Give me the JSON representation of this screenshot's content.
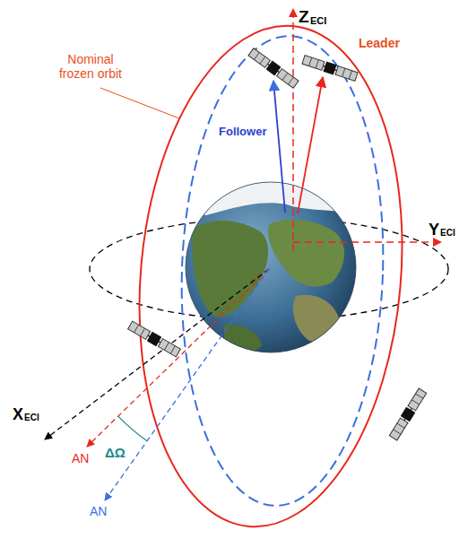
{
  "diagram": {
    "labels": [
      "Z",
      "ECI",
      "Leader",
      "Nominal frozen orbit",
      "Follower",
      "Y",
      "ECI",
      "X",
      "ECI",
      "AN",
      "ΔΩ",
      "AN"
    ]
  }
}
